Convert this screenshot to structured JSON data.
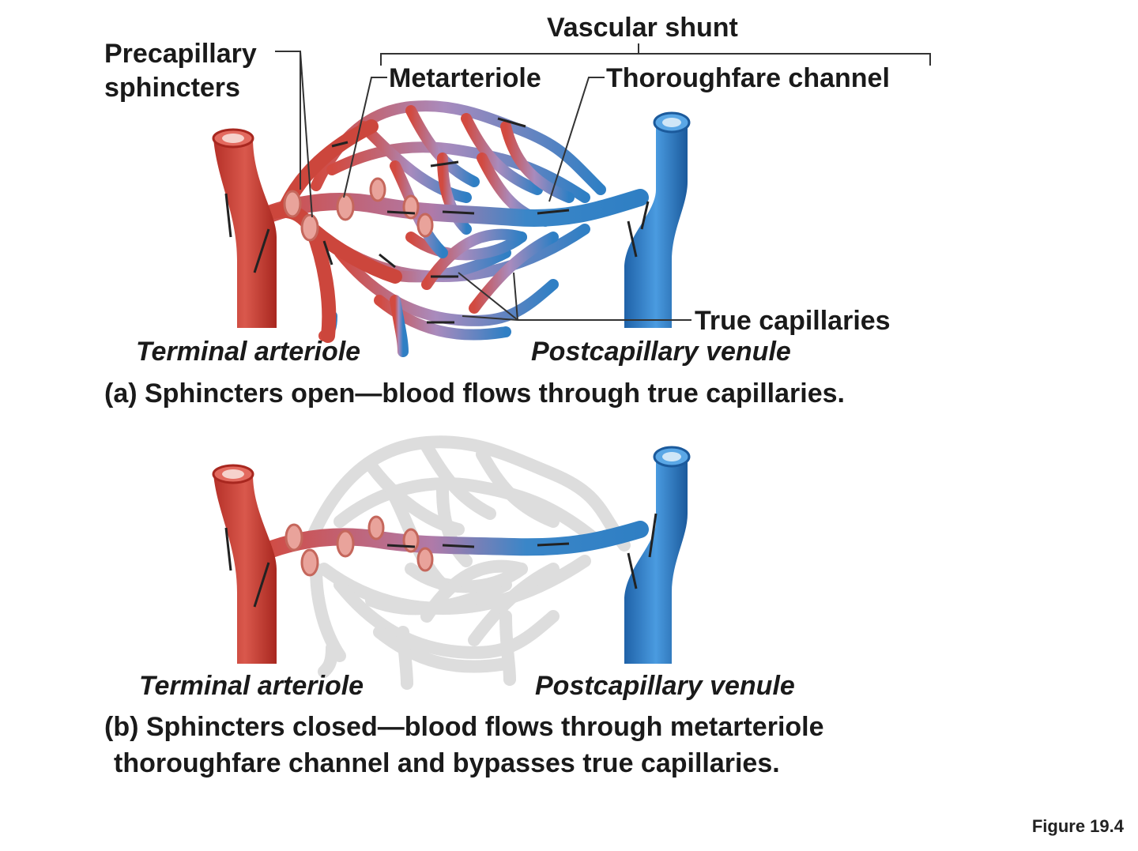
{
  "labels": {
    "precapillary_sphincters_line1": "Precapillary",
    "precapillary_sphincters_line2": "sphincters",
    "vascular_shunt": "Vascular shunt",
    "metarteriole": "Metarteriole",
    "thoroughfare_channel": "Thoroughfare channel",
    "true_capillaries": "True capillaries",
    "terminal_arteriole_a": "Terminal arteriole",
    "postcapillary_venule_a": "Postcapillary venule",
    "terminal_arteriole_b": "Terminal arteriole",
    "postcapillary_venule_b": "Postcapillary venule"
  },
  "captions": {
    "a_bold": "(a) Sphincters open",
    "a_rest": "—blood flows through true capillaries.",
    "b_bold": "(b) Sphincters closed",
    "b_rest_line1": "—blood flows through metarteriole",
    "b_rest_line2": "thoroughfare channel and bypasses true capillaries."
  },
  "figure_label": "Figure 19.4",
  "colors": {
    "arteriole": "#c9463d",
    "venule": "#2f7fc4",
    "closed_capillary": "#dcdcdc",
    "sphincter": "#e9a39b"
  }
}
